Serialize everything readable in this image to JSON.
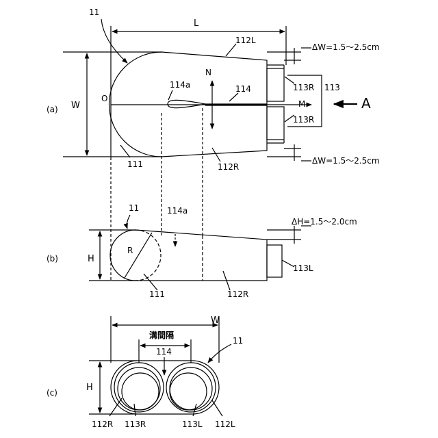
{
  "figure": {
    "a": {
      "caption": "(a)",
      "ref_11": "11",
      "dim_L": "L",
      "ref_112L": "112L",
      "dw_top": "ΔW=1.5～2.5cm",
      "dim_W": "W",
      "point_O": "O",
      "ref_114a": "114a",
      "axis_N": "N",
      "ref_114": "114",
      "ref_113R_upper": "113R",
      "ref_113": "113",
      "axis_M": "M",
      "view_A": "A",
      "ref_113R_lower": "113R",
      "ref_111": "111",
      "ref_112R": "112R",
      "dw_bottom": "ΔW=1.5～2.5cm"
    },
    "b": {
      "caption": "(b)",
      "ref_11": "11",
      "ref_114a": "114a",
      "dh": "ΔH=1.5～2.0cm",
      "dim_H": "H",
      "dim_R": "R",
      "ref_113L": "113L",
      "ref_111": "111",
      "ref_112R": "112R"
    },
    "c": {
      "caption": "(c)",
      "dim_W": "W",
      "groove_gap": "溝間隔",
      "ref_11": "11",
      "ref_114": "114",
      "dim_H": "H",
      "ref_112R": "112R",
      "ref_113R": "113R",
      "ref_113L": "113L",
      "ref_112L": "112L"
    }
  }
}
